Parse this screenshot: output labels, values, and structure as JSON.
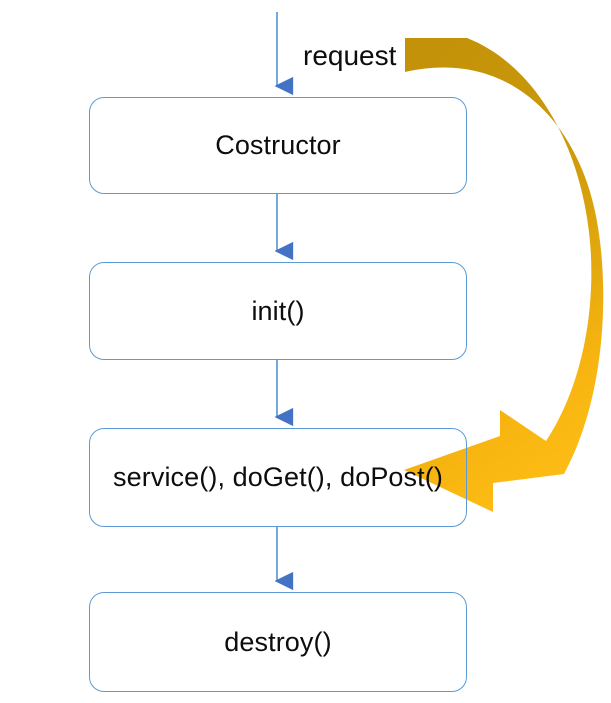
{
  "diagram": {
    "title": "Servlet lifecycle flow",
    "type": "flowchart",
    "colors": {
      "box_border": "#5B9BD5",
      "connector_line": "#5B9BD5",
      "connector_head": "#4472C4",
      "loop_arrow_dark": "#C8960C",
      "loop_arrow_light": "#FCB913",
      "text": "#0d0d0d",
      "background": "#ffffff"
    },
    "nodes": [
      {
        "id": "constructor",
        "label": "Costructor"
      },
      {
        "id": "init",
        "label": "init()"
      },
      {
        "id": "service",
        "label": "service(), doGet(), doPost()"
      },
      {
        "id": "destroy",
        "label": "destroy()"
      }
    ],
    "annotations": [
      {
        "id": "request",
        "label": "request"
      }
    ],
    "connectors": [
      {
        "id": "entry-to-constructor",
        "from": "entry",
        "to": "constructor",
        "style": "arrow-down"
      },
      {
        "id": "constructor-to-init",
        "from": "constructor",
        "to": "init",
        "style": "arrow-down"
      },
      {
        "id": "init-to-service",
        "from": "init",
        "to": "service",
        "style": "arrow-down"
      },
      {
        "id": "service-to-destroy",
        "from": "service",
        "to": "destroy",
        "style": "arrow-down"
      },
      {
        "id": "request-loop",
        "from": "request",
        "to": "service",
        "style": "curved-block-arrow"
      }
    ]
  }
}
